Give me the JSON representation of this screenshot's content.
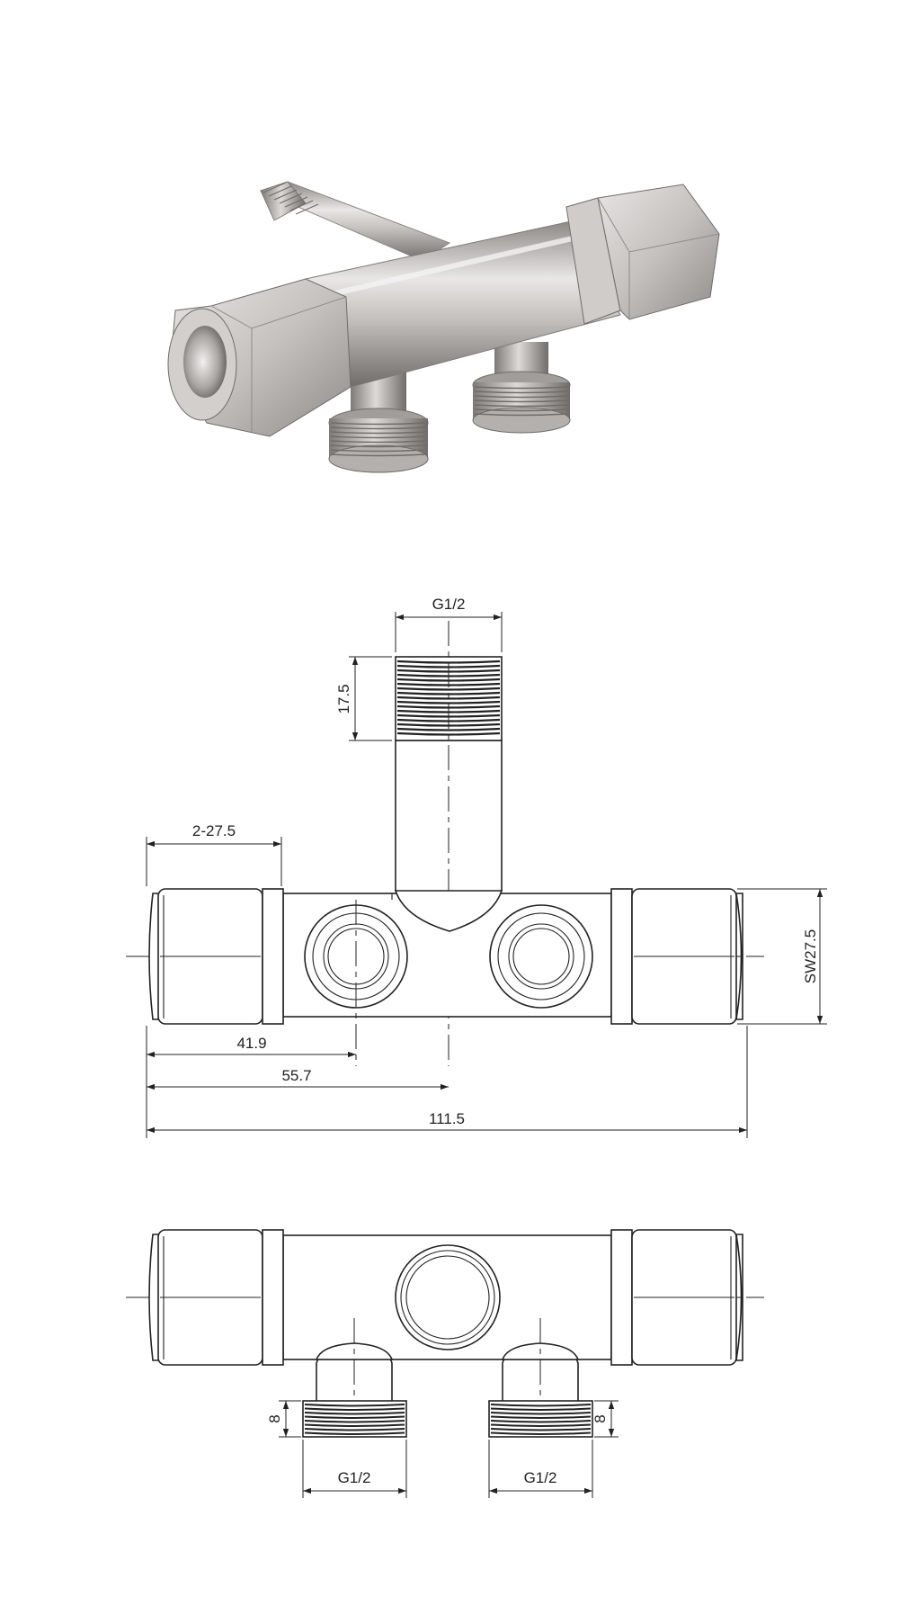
{
  "dimensions": {
    "top_thread": "G1/2",
    "top_thread_length": "17.5",
    "nut_width": "2-27.5",
    "wrench_size": "SW27.5",
    "outlet_offset": "41.9",
    "center_offset": "55.7",
    "overall_length": "111.5",
    "left_thread_height": "8",
    "right_thread_height": "8",
    "left_outlet_thread": "G1/2",
    "right_outlet_thread": "G1/2"
  },
  "colors": {
    "metal_light": "#e4e2e0",
    "metal_mid": "#b9b6b3",
    "metal_dark": "#7d7a77",
    "line": "#222222"
  }
}
